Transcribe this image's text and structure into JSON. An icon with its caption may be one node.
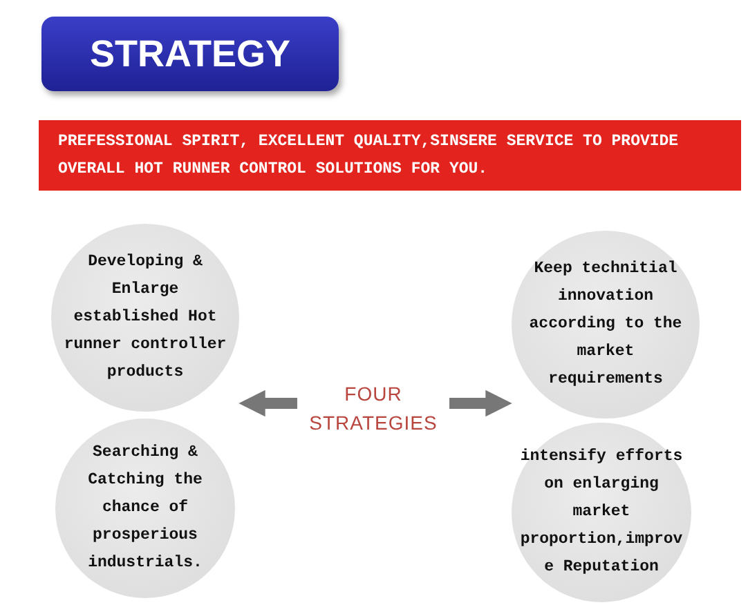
{
  "diagram": {
    "title": "STRATEGY",
    "nodes": [
      {
        "text": [
          "PREFESSIONAL SPIRIT, EXCELLENT QUALITY,SINSERE SERVICE TO PROVIDE OVERALL HOT RUNNER CONTROL SOLUTIONS FOR YOU."
        ]
      },
      {
        "text": [
          "Developing & Enlarge established Hot runner controller products"
        ]
      },
      {
        "text": [
          "Keep technitial innovation according to the market requirements"
        ]
      },
      {
        "text": [
          "FOUR STRATEGIES"
        ]
      },
      {
        "text": [
          "Searching & Catching the chance of prosperious industrials."
        ]
      },
      {
        "text": [
          "intensify efforts on enlarging market proportion,improve Reputation"
        ]
      }
    ],
    "edges": [
      {
        "from": 3,
        "to": 1,
        "arrow": "to"
      },
      {
        "from": 3,
        "to": 2,
        "arrow": "to"
      }
    ]
  }
}
